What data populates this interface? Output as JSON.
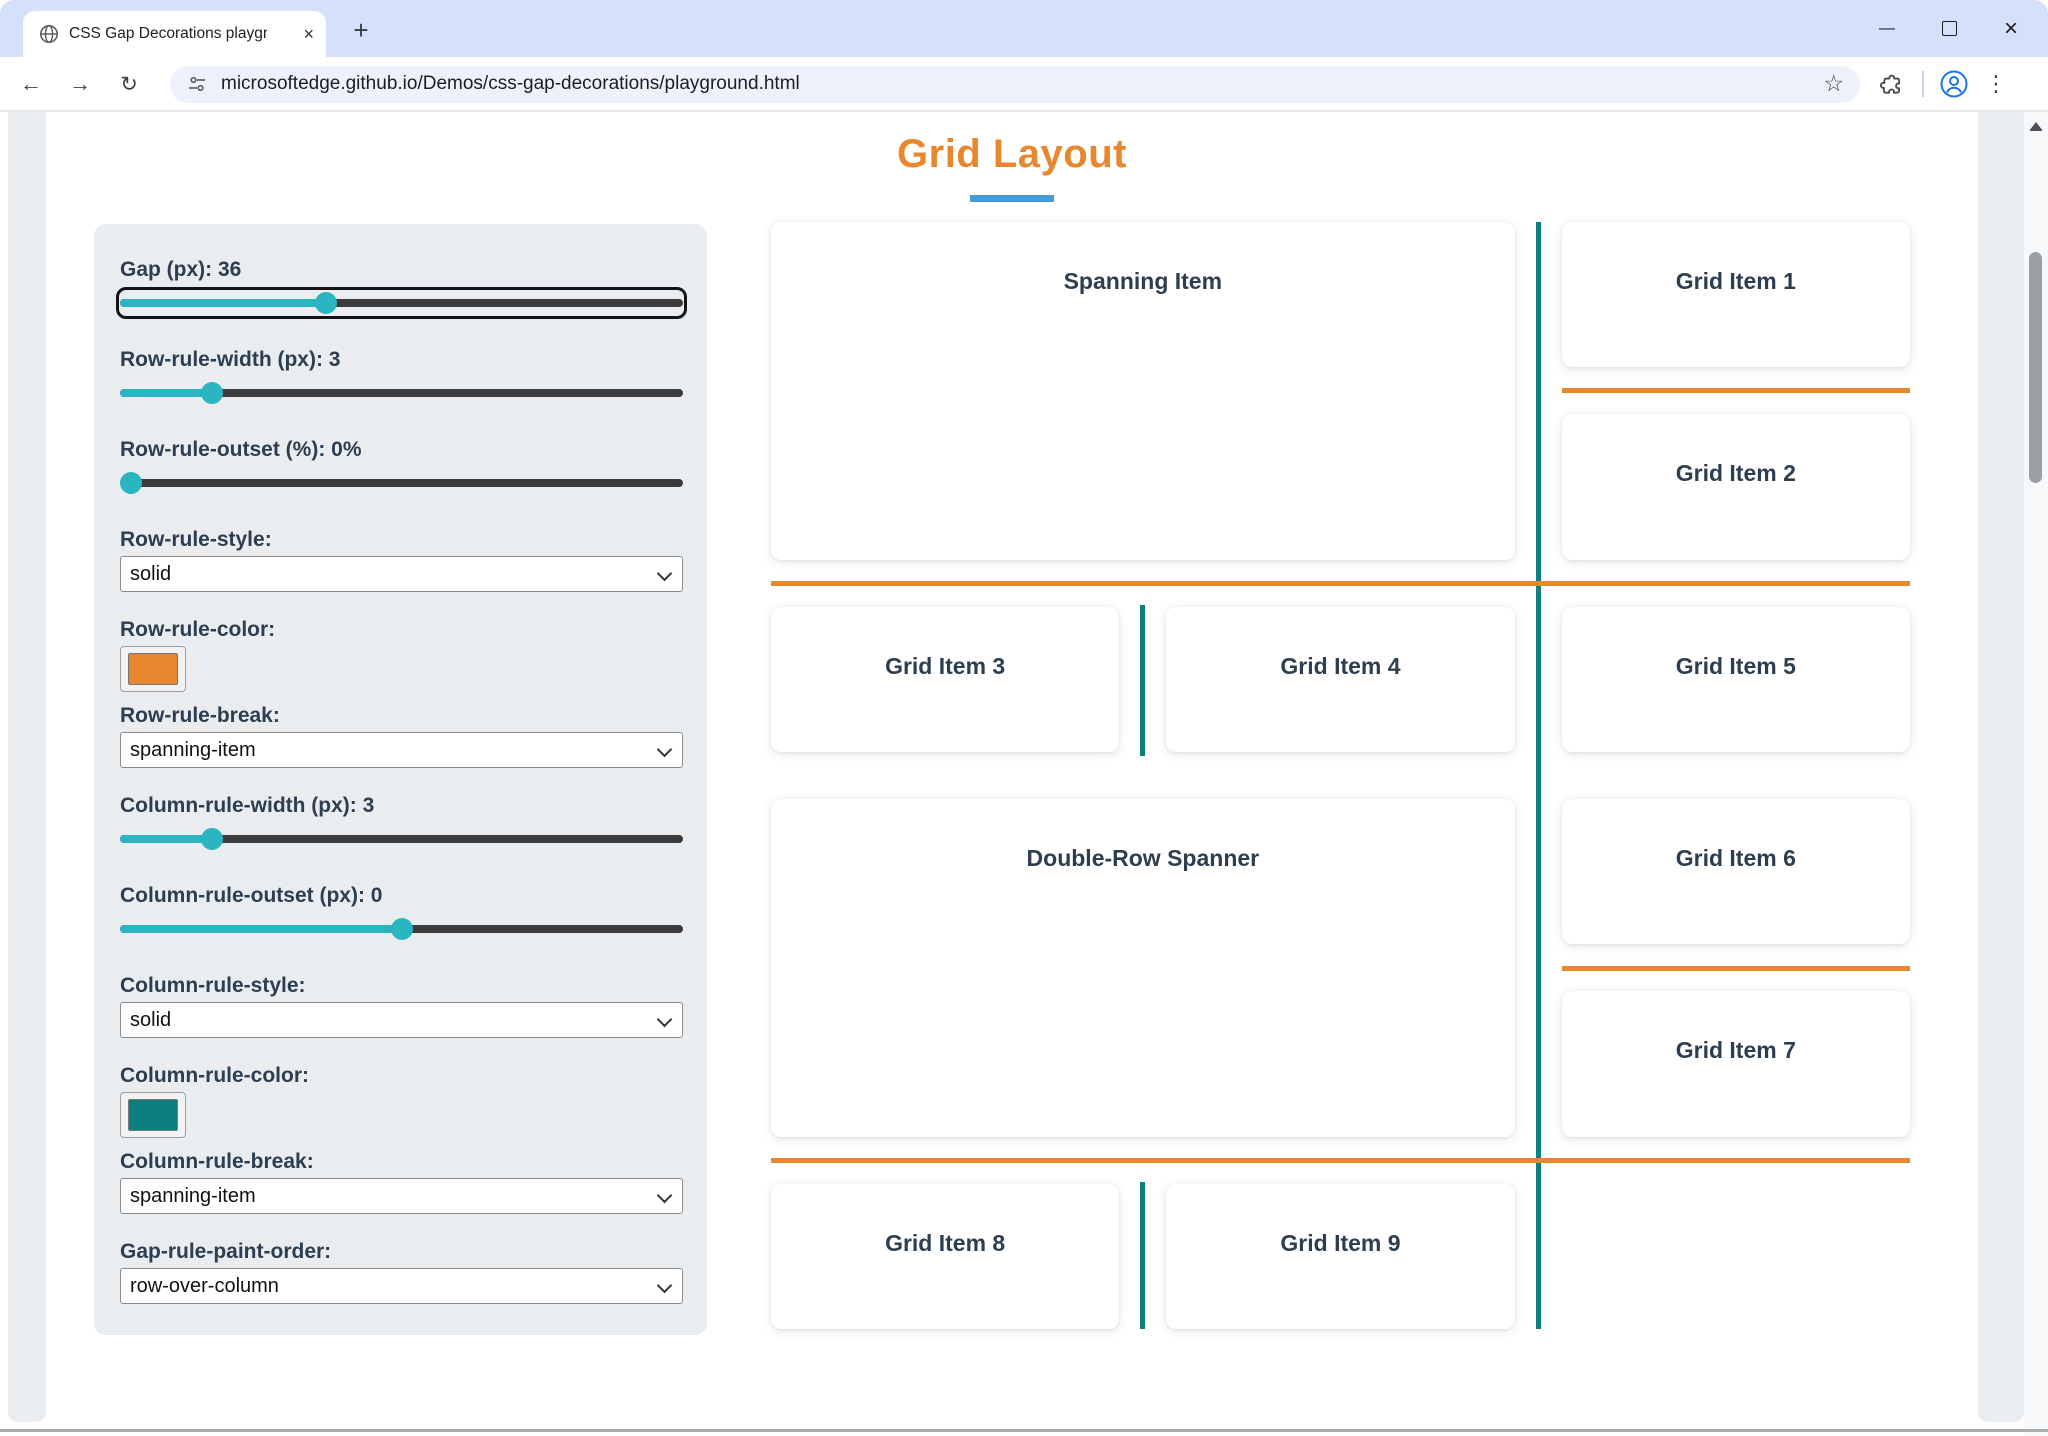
{
  "browser": {
    "tab": {
      "title": "CSS Gap Decorations playgroun"
    },
    "address": {
      "url": "microsoftedge.github.io/Demos/css-gap-decorations/playground.html"
    },
    "icons": {
      "back": "←",
      "forward": "→",
      "reload": "↻",
      "star": "☆",
      "menu": "⋮",
      "new_tab": "+",
      "tab_close": "×",
      "window_minimize": "—",
      "window_close": "×"
    }
  },
  "page": {
    "title": "Grid Layout"
  },
  "panel": {
    "controls": [
      {
        "type": "slider",
        "label": "Gap (px): 36",
        "fraction": 0.36,
        "focused": true
      },
      {
        "type": "slider",
        "label": "Row-rule-width (px): 3",
        "fraction": 0.15,
        "focused": false
      },
      {
        "type": "slider",
        "label": "Row-rule-outset (%): 0%",
        "fraction": 0.0,
        "focused": false
      },
      {
        "type": "select",
        "label": "Row-rule-style:",
        "value": "solid"
      },
      {
        "type": "color",
        "label": "Row-rule-color:",
        "swatch": "orange"
      },
      {
        "type": "select",
        "label": "Row-rule-break:",
        "value": "spanning-item"
      },
      {
        "type": "slider",
        "label": "Column-rule-width (px): 3",
        "fraction": 0.15,
        "focused": false
      },
      {
        "type": "slider",
        "label": "Column-rule-outset (px): 0",
        "fraction": 0.5,
        "focused": false
      },
      {
        "type": "select",
        "label": "Column-rule-style:",
        "value": "solid"
      },
      {
        "type": "color",
        "label": "Column-rule-color:",
        "swatch": "teal_rule"
      },
      {
        "type": "select",
        "label": "Column-rule-break:",
        "value": "spanning-item"
      },
      {
        "type": "select",
        "label": "Gap-rule-paint-order:",
        "value": "row-over-column"
      }
    ]
  },
  "grid": {
    "items": [
      {
        "id": "spanning-item",
        "label": "Spanning Item"
      },
      {
        "id": "grid-item-1",
        "label": "Grid Item 1"
      },
      {
        "id": "grid-item-2",
        "label": "Grid Item 2"
      },
      {
        "id": "grid-item-3",
        "label": "Grid Item 3"
      },
      {
        "id": "grid-item-4",
        "label": "Grid Item 4"
      },
      {
        "id": "grid-item-5",
        "label": "Grid Item 5"
      },
      {
        "id": "double-row-spanner",
        "label": "Double-Row Spanner"
      },
      {
        "id": "grid-item-6",
        "label": "Grid Item 6"
      },
      {
        "id": "grid-item-7",
        "label": "Grid Item 7"
      },
      {
        "id": "grid-item-8",
        "label": "Grid Item 8"
      },
      {
        "id": "grid-item-9",
        "label": "Grid Item 9"
      }
    ]
  },
  "colors": {
    "orange": "#e8872e",
    "teal_rule": "#0e7f7f",
    "slider_teal": "#2ab5c1",
    "underline_blue": "#459cdb",
    "navy": "#2c3e50",
    "panel_bg": "#e9edef"
  }
}
